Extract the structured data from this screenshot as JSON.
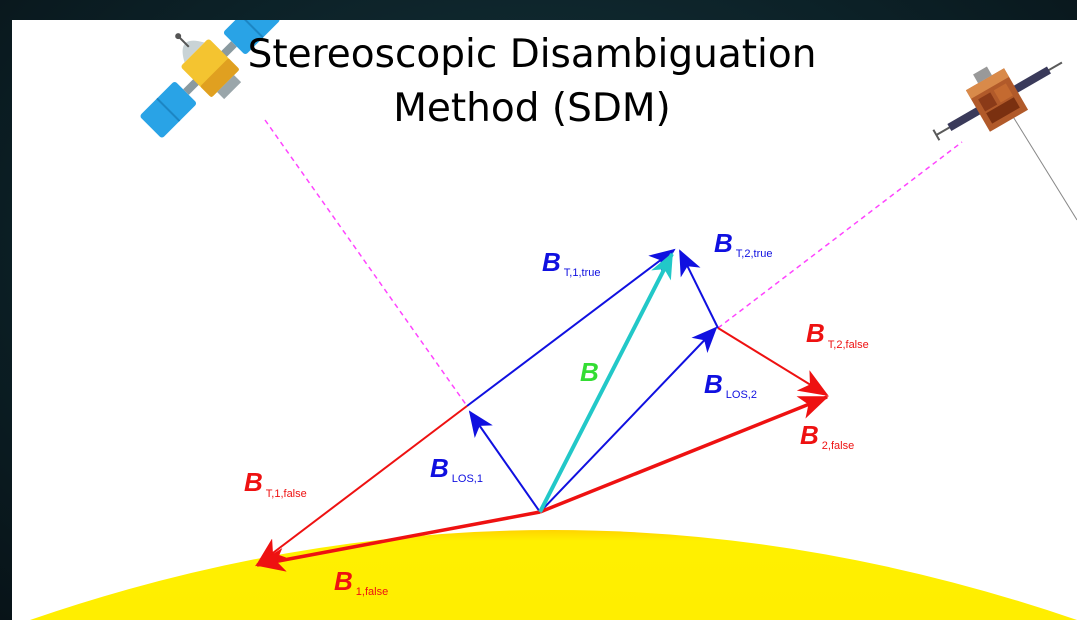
{
  "title_line1": "Stereoscopic Disambiguation",
  "title_line2": "Method (SDM)",
  "labels": {
    "b": "B",
    "b_t1_true": {
      "main": "B",
      "sub": "T,1,true"
    },
    "b_t2_true": {
      "main": "B",
      "sub": "T,2,true"
    },
    "b_t2_false": {
      "main": "B",
      "sub": "T,2,false"
    },
    "b_los2": {
      "main": "B",
      "sub": "LOS,2"
    },
    "b_2_false": {
      "main": "B",
      "sub": "2,false"
    },
    "b_los1": {
      "main": "B",
      "sub": "LOS,1"
    },
    "b_t1_false": {
      "main": "B",
      "sub": "T,1,false"
    },
    "b_1_false": {
      "main": "B",
      "sub": "1,false"
    }
  },
  "icons": {
    "left": "satellite-cartoon-icon",
    "right": "spacecraft-icon"
  },
  "colors": {
    "true_vector": "#1010e0",
    "false_vector": "#ee1111",
    "field_vector": "#22c8c8",
    "field_label": "#33dd33",
    "line_of_sight": "#ff44ff",
    "sun": "#ffee00"
  }
}
